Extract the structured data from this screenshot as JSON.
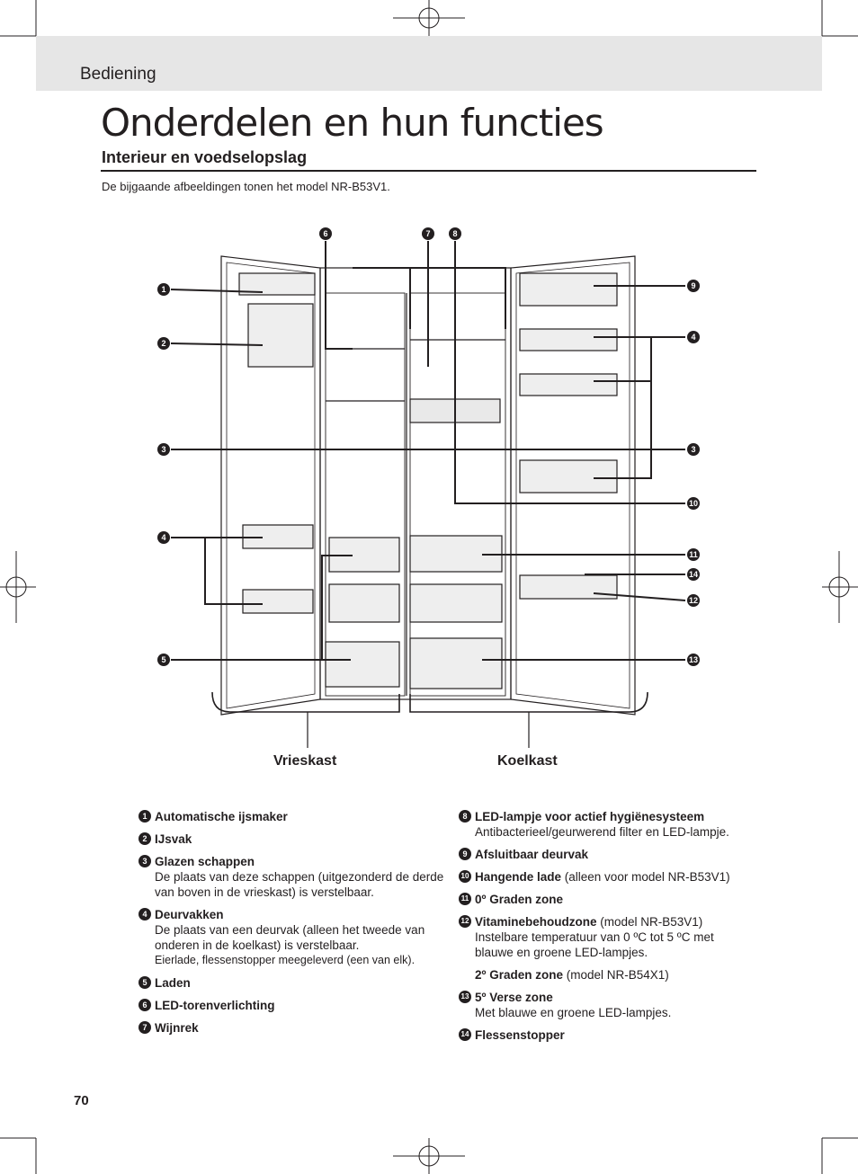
{
  "header": {
    "section": "Bediening"
  },
  "title": "Onderdelen en hun functies",
  "subtitle": "Interieur en voedselopslag",
  "intro": "De bijgaande afbeeldingen tonen het model NR-B53V1.",
  "figure": {
    "label_left": "Vrieskast",
    "label_right": "Koelkast",
    "callouts": [
      "1",
      "2",
      "3",
      "4",
      "5",
      "6",
      "7",
      "8",
      "9",
      "4",
      "3",
      "10",
      "11",
      "14",
      "12",
      "13"
    ]
  },
  "legend_left": [
    {
      "num": "1",
      "name": "Automatische ijsmaker"
    },
    {
      "num": "2",
      "name": "IJsvak"
    },
    {
      "num": "3",
      "name": "Glazen schappen",
      "desc": "De plaats van deze schappen (uitgezonderd de derde van boven in de vrieskast) is verstelbaar."
    },
    {
      "num": "4",
      "name": "Deurvakken",
      "desc": "De plaats van een deurvak (alleen het tweede van onderen in de koelkast) is verstelbaar.",
      "note": "Eierlade, flessenstopper meegeleverd (een van elk)."
    },
    {
      "num": "5",
      "name": "Laden"
    },
    {
      "num": "6",
      "name": "LED-torenverlichting"
    },
    {
      "num": "7",
      "name": "Wijnrek"
    }
  ],
  "legend_right": [
    {
      "num": "8",
      "name": "LED-lampje voor actief hygiënesysteem",
      "desc": "Antibacterieel/geurwerend filter en LED-lampje."
    },
    {
      "num": "9",
      "name": "Afsluitbaar deurvak"
    },
    {
      "num": "10",
      "name": "Hangende lade",
      "extra": " (alleen voor model NR-B53V1)"
    },
    {
      "num": "11",
      "name": "0º Graden zone"
    },
    {
      "num": "12",
      "name": "Vitaminebehoudzone",
      "extra": " (model NR-B53V1)",
      "desc": "Instelbare temperatuur van 0 ºC tot 5 ºC met blauwe en groene LED-lampjes."
    },
    {
      "num": "",
      "name": "2º Graden zone",
      "extra": " (model NR-B54X1)"
    },
    {
      "num": "13",
      "name": "5º Verse zone",
      "desc": "Met blauwe en groene LED-lampjes."
    },
    {
      "num": "14",
      "name": "Flessenstopper"
    }
  ],
  "page_number": "70"
}
